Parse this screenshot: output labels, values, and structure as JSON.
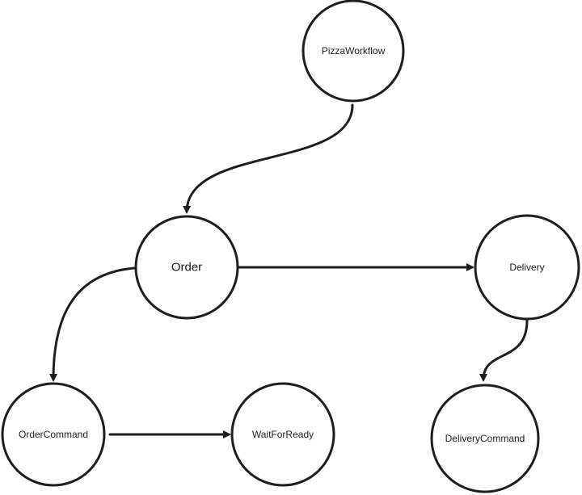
{
  "nodes": {
    "pizza_workflow": {
      "label": "PizzaWorkflow"
    },
    "order": {
      "label": "Order"
    },
    "delivery": {
      "label": "Delivery"
    },
    "order_command": {
      "label": "OrderCommand"
    },
    "wait_for_ready": {
      "label": "WaitForReady"
    },
    "delivery_command": {
      "label": "DeliveryCommand"
    }
  },
  "edges": [
    {
      "from": "PizzaWorkflow",
      "to": "Order"
    },
    {
      "from": "Order",
      "to": "Delivery"
    },
    {
      "from": "Order",
      "to": "OrderCommand"
    },
    {
      "from": "OrderCommand",
      "to": "WaitForReady"
    },
    {
      "from": "Delivery",
      "to": "DeliveryCommand"
    }
  ],
  "colors": {
    "stroke": "#1e1e1e",
    "node_fill": "#ffffff",
    "background": "#ffffff"
  }
}
